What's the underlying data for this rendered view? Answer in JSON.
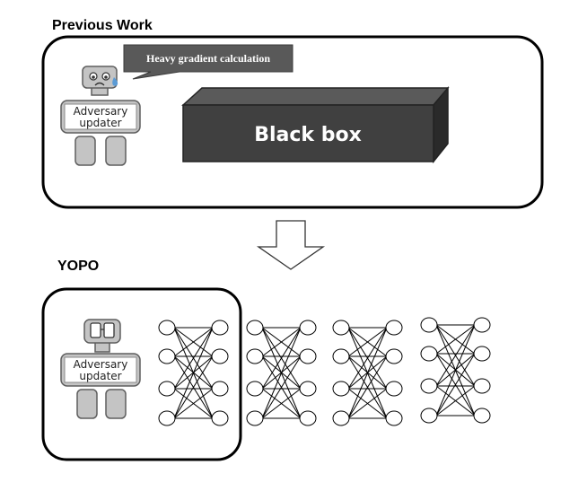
{
  "previous_work": {
    "title": "Previous Work",
    "speech_bubble": "Heavy gradient calculation",
    "black_box_label": "Black box",
    "updater_label_line1": "Adversary",
    "updater_label_line2": "updater"
  },
  "yopo": {
    "title": "YOPO",
    "updater_label_line1": "Adversary",
    "updater_label_line2": "updater",
    "network_layers": 4,
    "nodes_per_column": 4
  },
  "colors": {
    "robot_fill": "#c4c4c4",
    "robot_stroke": "#5e5e5e",
    "box_front": "#404040",
    "box_top": "#5a5a5a",
    "box_side": "#2a2a2a",
    "bubble_fill": "#595959",
    "tear": "#5b9bd5"
  },
  "icons": [
    "robot-sad-icon",
    "robot-calm-icon",
    "down-arrow-icon",
    "neural-network-icon"
  ]
}
